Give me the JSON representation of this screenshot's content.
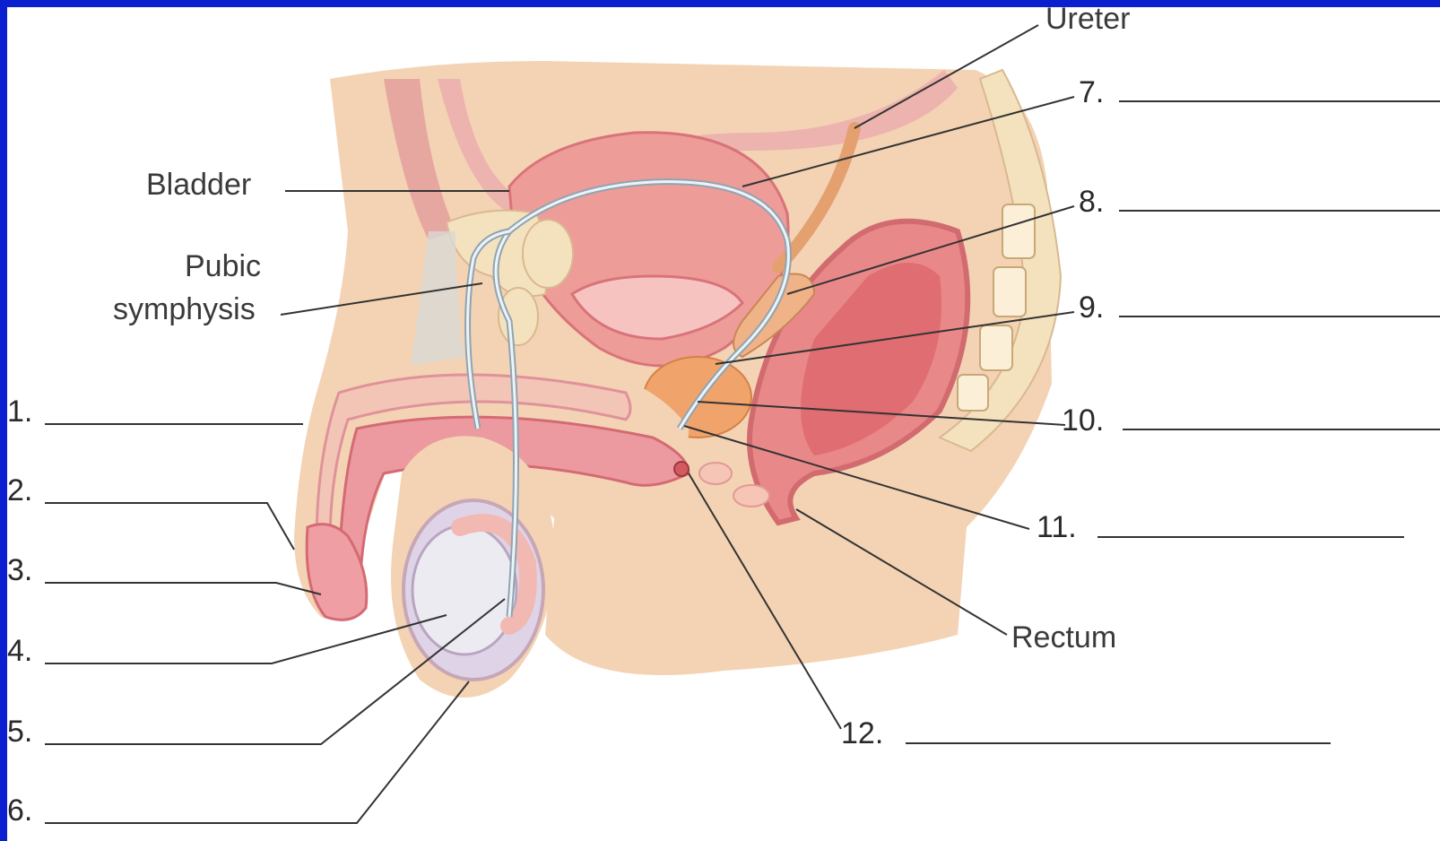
{
  "colors": {
    "frame_border": "#0a1fd0",
    "background": "#ffffff",
    "skin": "#f3d3b4",
    "tissue_pink": "#eba0a0",
    "tissue_dark": "#d9737a",
    "bone": "#f4e2bf",
    "line": "#333333"
  },
  "labels": {
    "ureter": "Ureter",
    "bladder": "Bladder",
    "pubic_symphysis_line1": "Pubic",
    "pubic_symphysis_line2": "symphysis",
    "rectum": "Rectum"
  },
  "numbers": {
    "n1": "1.",
    "n2": "2.",
    "n3": "3.",
    "n4": "4.",
    "n5": "5.",
    "n6": "6.",
    "n7": "7.",
    "n8": "8.",
    "n9": "9.",
    "n10": "10.",
    "n11": "11.",
    "n12": "12."
  }
}
